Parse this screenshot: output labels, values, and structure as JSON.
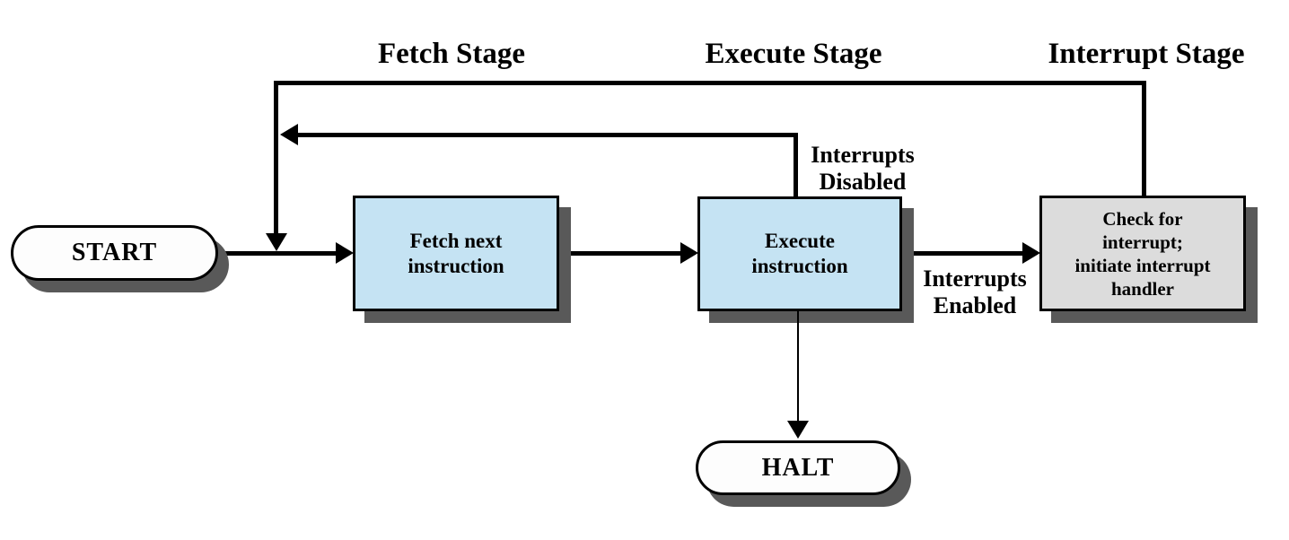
{
  "diagram": {
    "stage_labels": {
      "fetch": "Fetch Stage",
      "execute": "Execute Stage",
      "interrupt": "Interrupt Stage"
    },
    "nodes": {
      "start": {
        "label": "START"
      },
      "fetch_next": {
        "label": "Fetch next\ninstruction"
      },
      "execute": {
        "label": "Execute\ninstruction"
      },
      "check_interrupt": {
        "label": "Check for\ninterrupt;\ninitiate interrupt\nhandler"
      },
      "halt": {
        "label": "HALT"
      }
    },
    "edge_labels": {
      "interrupts_disabled": "Interrupts\nDisabled",
      "interrupts_enabled": "Interrupts\nEnabled"
    },
    "colors": {
      "background": "#ffffff",
      "line": "#000000",
      "process_fill": "#c5e3f3",
      "interrupt_fill": "#dcdcdc",
      "terminal_fill": "#fdfdfd",
      "shadow": "#595959"
    }
  }
}
